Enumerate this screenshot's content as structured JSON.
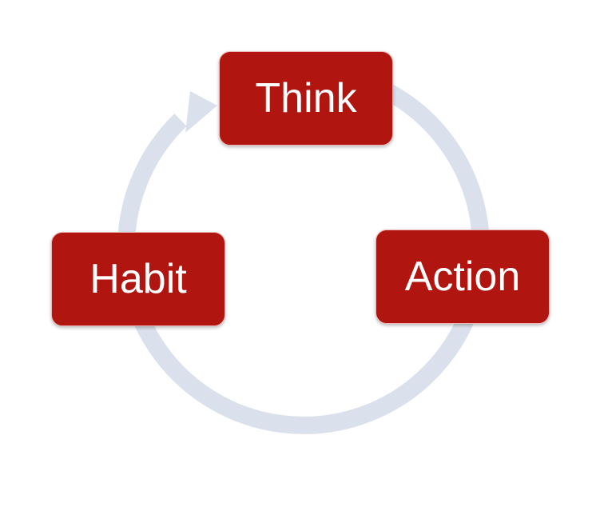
{
  "colors": {
    "node_fill": "#b01510",
    "node_text": "#ffffff",
    "cycle_ring": "#dbe1ec"
  },
  "cycle": {
    "nodes": [
      {
        "id": "think",
        "label": "Think"
      },
      {
        "id": "action",
        "label": "Action"
      },
      {
        "id": "habit",
        "label": "Habit"
      }
    ],
    "flow": "clockwise",
    "arrowhead_at": "think"
  },
  "icons": {
    "arrowhead": "arrowhead-icon"
  }
}
